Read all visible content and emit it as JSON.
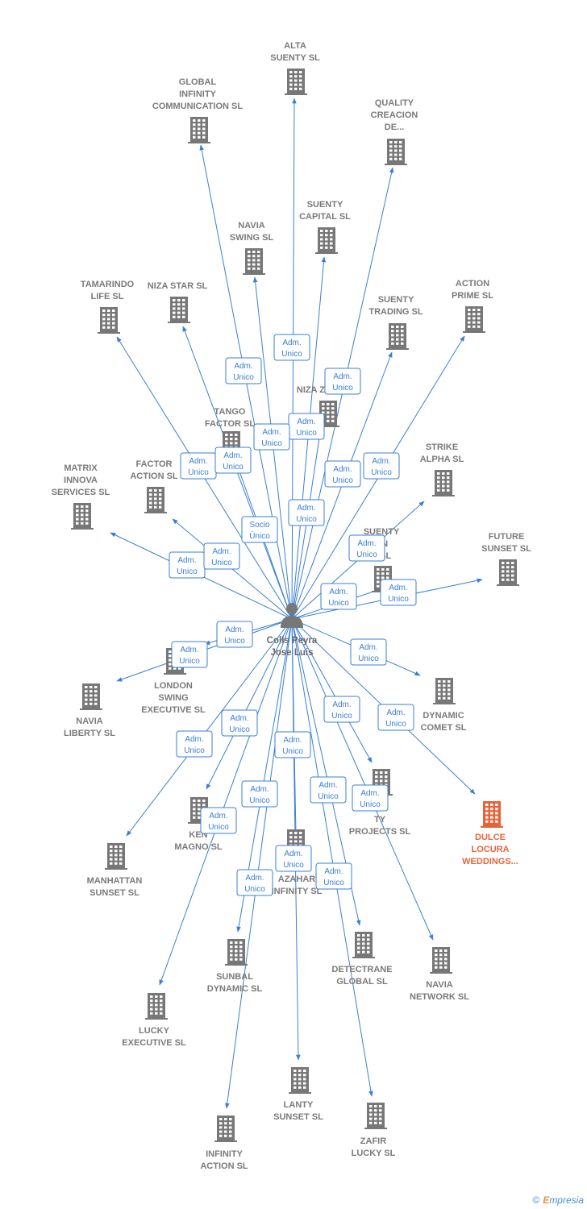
{
  "colors": {
    "edge": "#3a7fd5",
    "building": "#777777",
    "highlight": "#e8633a",
    "person": "#777777"
  },
  "center": {
    "name": "Colls Peyra Jose Luis",
    "lines": [
      "Colls Peyra",
      "Jose Luis"
    ],
    "icon": "person-icon"
  },
  "companies": [
    {
      "id": "alta-suenty-sl",
      "lines": [
        "ALTA",
        "SUENTY SL"
      ],
      "role": [
        "Adm.",
        "Unico"
      ]
    },
    {
      "id": "global-infinity-communication-sl",
      "lines": [
        "GLOBAL",
        "INFINITY",
        "COMMUNICATION SL"
      ],
      "role": [
        "Adm.",
        "Unico"
      ]
    },
    {
      "id": "quality-creacion",
      "lines": [
        "QUALITY",
        "CREACION",
        "DE..."
      ],
      "role": [
        "Adm.",
        "Unico"
      ]
    },
    {
      "id": "suenty-capital-sl",
      "lines": [
        "SUENTY",
        "CAPITAL SL"
      ],
      "role": [
        "Adm.",
        "Unico"
      ]
    },
    {
      "id": "navia-swing-sl",
      "lines": [
        "NAVIA",
        "SWING SL"
      ],
      "role": [
        "Adm.",
        "Unico"
      ]
    },
    {
      "id": "tamarindo-life-sl",
      "lines": [
        "TAMARINDO",
        "LIFE SL"
      ],
      "role": [
        "Adm.",
        "Unico"
      ]
    },
    {
      "id": "niza-star-sl",
      "lines": [
        "NIZA STAR SL"
      ],
      "role": [
        "Adm.",
        "Unico"
      ]
    },
    {
      "id": "suenty-trading-sl",
      "lines": [
        "SUENTY",
        "TRADING SL"
      ],
      "role": [
        "Adm.",
        "Unico"
      ]
    },
    {
      "id": "action-prime-sl",
      "lines": [
        "ACTION",
        "PRIME SL"
      ],
      "role": [
        "Adm.",
        "Unico"
      ]
    },
    {
      "id": "niza-z",
      "lines": [
        "NIZA Z..."
      ],
      "role": [
        "Adm.",
        "Unico"
      ]
    },
    {
      "id": "tango-factor-sl",
      "lines": [
        "TANGO",
        "FACTOR SL"
      ],
      "role": [
        "Socio",
        "Único"
      ]
    },
    {
      "id": "strike-alpha-sl",
      "lines": [
        "STRIKE",
        "ALPHA SL"
      ],
      "role": [
        "Adm.",
        "Unico"
      ]
    },
    {
      "id": "matrix-innova-services-sl",
      "lines": [
        "MATRIX",
        "INNOVA",
        "SERVICES SL"
      ],
      "role": [
        "Adm.",
        "Unico"
      ]
    },
    {
      "id": "factor-action-sl",
      "lines": [
        "FACTOR",
        "ACTION SL"
      ],
      "role": [
        "Adm.",
        "Unico"
      ]
    },
    {
      "id": "suenty-on-e-sl",
      "lines": [
        "SUENTY",
        "ON",
        "E SL"
      ],
      "role": [
        "Adm.",
        "Unico"
      ]
    },
    {
      "id": "future-sunset-sl",
      "lines": [
        "FUTURE",
        "SUNSET SL"
      ],
      "role": [
        "Adm.",
        "Unico"
      ]
    },
    {
      "id": "london-swing-executive-sl",
      "lines": [
        "LONDON",
        "SWING",
        "EXECUTIVE SL"
      ],
      "role": [
        "Adm.",
        "Unico"
      ]
    },
    {
      "id": "navia-liberty-sl",
      "lines": [
        "NAVIA",
        "LIBERTY SL"
      ],
      "role": [
        "Adm.",
        "Unico"
      ]
    },
    {
      "id": "dynamic-comet-sl",
      "lines": [
        "DYNAMIC",
        "COMET SL"
      ],
      "role": [
        "Adm.",
        "Unico"
      ]
    },
    {
      "id": "dulce-locura-weddings",
      "lines": [
        "DULCE",
        "LOCURA",
        "WEDDINGS..."
      ],
      "role": [
        "Adm.",
        "Unico"
      ],
      "highlight": true
    },
    {
      "id": "ty-projects-sl",
      "lines": [
        "TY",
        "PROJECTS SL"
      ],
      "role": [
        "Adm.",
        "Unico"
      ]
    },
    {
      "id": "kenia-magno-sl",
      "lines": [
        "KEN",
        "MAGNO SL"
      ],
      "role": [
        "Adm.",
        "Unico"
      ]
    },
    {
      "id": "manhattan-sunset-sl",
      "lines": [
        "MANHATTAN",
        "SUNSET SL"
      ],
      "role": [
        "Adm.",
        "Unico"
      ]
    },
    {
      "id": "azahar-infinity-sl",
      "lines": [
        "AZAHAR",
        "INFINITY SL"
      ],
      "role": [
        "Adm.",
        "Unico"
      ]
    },
    {
      "id": "sunbal-dynamic-sl",
      "lines": [
        "SUNBAL",
        "DYNAMIC SL"
      ],
      "role": [
        "Adm.",
        "Unico"
      ]
    },
    {
      "id": "detectrane-global-sl",
      "lines": [
        "DETECTRANE",
        "GLOBAL  SL"
      ],
      "role": [
        "Adm.",
        "Unico"
      ]
    },
    {
      "id": "navia-network-sl",
      "lines": [
        "NAVIA",
        "NETWORK SL"
      ],
      "role": [
        "Adm.",
        "Unico"
      ]
    },
    {
      "id": "lucky-executive-sl",
      "lines": [
        "LUCKY",
        "EXECUTIVE SL"
      ],
      "role": [
        "Adm.",
        "Unico"
      ]
    },
    {
      "id": "lanty-sunset-sl",
      "lines": [
        "LANTY",
        "SUNSET SL"
      ],
      "role": [
        "Adm.",
        "Unico"
      ]
    },
    {
      "id": "zafir-lucky-sl",
      "lines": [
        "ZAFIR",
        "LUCKY SL"
      ],
      "role": [
        "Adm.",
        "Unico"
      ]
    },
    {
      "id": "infinity-action-sl",
      "lines": [
        "INFINITY",
        "ACTION SL"
      ],
      "role": [
        "Adm.",
        "Unico"
      ]
    }
  ],
  "footer": {
    "copyright": "©",
    "brand_e": "E",
    "brand_rest": "mpresia"
  }
}
